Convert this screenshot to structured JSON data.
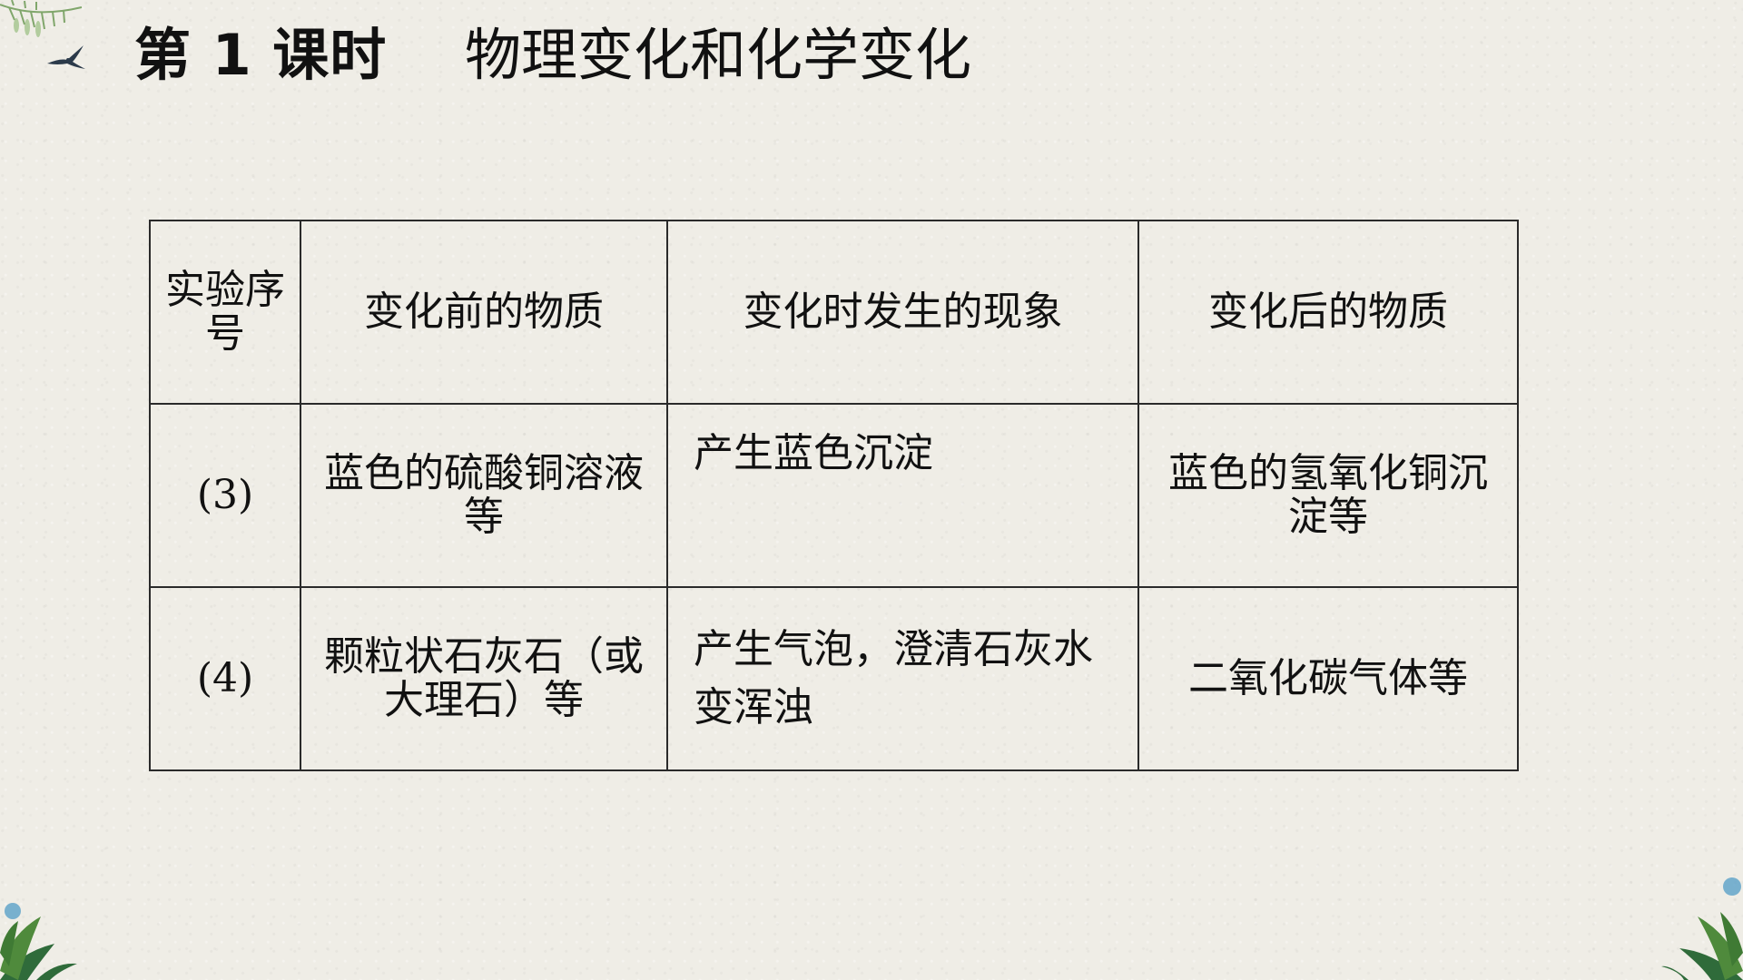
{
  "header": {
    "lesson": "第 1 课时",
    "topic": "物理变化和化学变化"
  },
  "table": {
    "headers": [
      "实验序号",
      "变化前的物质",
      "变化时发生的现象",
      "变化后的物质"
    ],
    "rows": [
      [
        "(3)",
        "蓝色的硫酸铜溶液等",
        "产生蓝色沉淀",
        "蓝色的氢氧化铜沉淀等"
      ],
      [
        "(4)",
        "颗粒状石灰石（或大理石）等",
        "产生气泡，澄清石灰水变浑浊",
        "二氧化碳气体等"
      ]
    ]
  },
  "decorations": {
    "top_left": "leaf-branch-icon",
    "bird": "swallow-icon",
    "bottom_left": "plant-icon",
    "bottom_right": "plant-icon",
    "accent_colors": [
      "#4f8a3c",
      "#2f6b3a",
      "#5aa0c8"
    ]
  }
}
